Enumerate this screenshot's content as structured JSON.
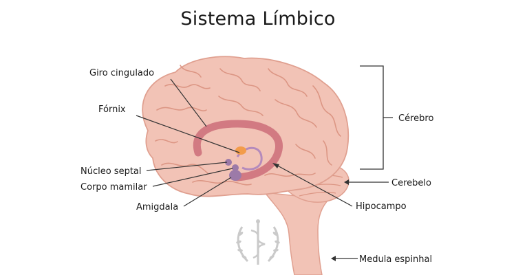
{
  "title": "Sistema Límbico",
  "labels": {
    "giro_cingulado": "Giro cingulado",
    "fornix": "Fórnix",
    "nucleo_septal": "Núcleo septal",
    "corpo_mamilar": "Corpo mamilar",
    "amigdala": "Amigdala",
    "cerebro": "Cérebro",
    "cerebelo": "Cerebelo",
    "hipocampo": "Hipocampo",
    "medula_espinhal": "Medula espinhal"
  },
  "colors": {
    "brain_fill": "#f2c3b6",
    "brain_outline": "#e0a090",
    "gyri_lines": "#dc9684",
    "cingulate_arc": "#d27a82",
    "fornix_line": "#b48abc",
    "limbic_structures": "#9c7aa8",
    "highlight": "#f39c4a",
    "leader_line": "#333333"
  }
}
